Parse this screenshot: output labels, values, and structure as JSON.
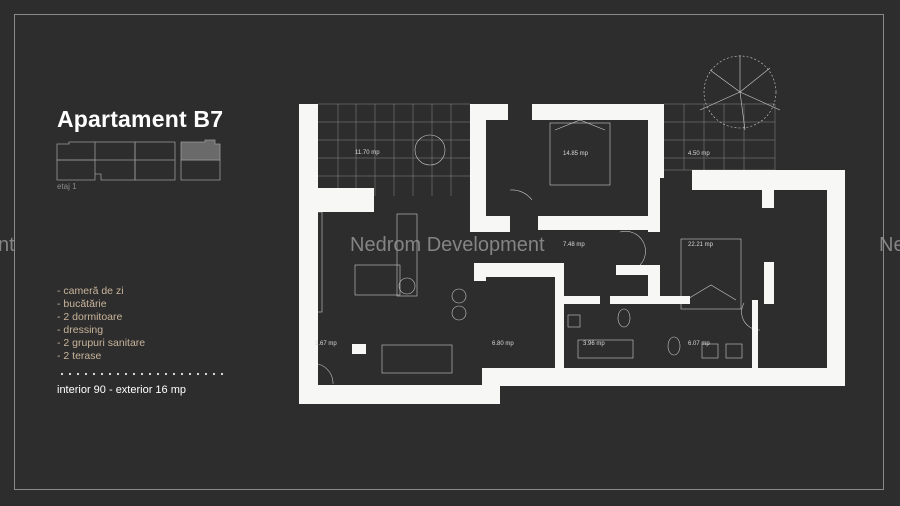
{
  "title": "Apartament B7",
  "floor": "etaj 1",
  "features": [
    "- cameră de zi",
    "- bucătărie",
    "- 2 dormitoare",
    "- dressing",
    "- 2 grupuri sanitare",
    "- 2 terase"
  ],
  "area_summary": "interior 90 - exterior 16 mp",
  "watermark": {
    "center": "Nedrom Development",
    "left_edge": "nt",
    "right_edge": "Ne"
  },
  "rooms": {
    "terrace_1": "11.70 mp",
    "bedroom_1": "14.85 mp",
    "terrace_2": "4.50 mp",
    "hall": "7.48 mp",
    "bedroom_2": "22.21 mp",
    "entry": "2.67 mp",
    "kitchen": "6.80 mp",
    "bathroom_1": "3.96 mp",
    "bathroom_2": "6.07 mp"
  },
  "colors": {
    "background": "#2d2d2d",
    "walls": "#f7f7f5",
    "features_text": "#c9b49a",
    "highlight_unit": "#6a6a6a"
  }
}
